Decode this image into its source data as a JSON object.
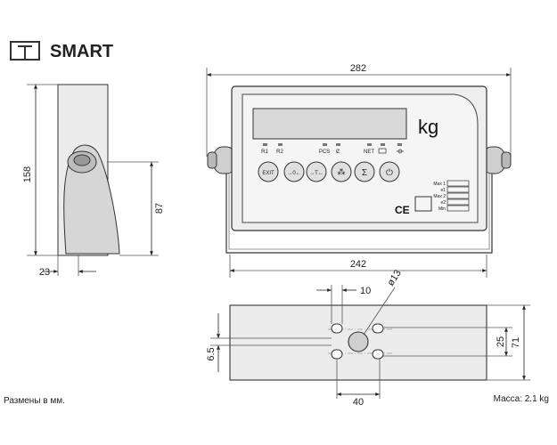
{
  "header": {
    "title": "SMART",
    "logo_icon": "scale-logo-icon"
  },
  "side_view": {
    "height_label": "158",
    "inner_height_label": "87",
    "width_label": "23"
  },
  "front_view": {
    "width_label": "282",
    "bottom_width_label": "242",
    "unit_label": "kg",
    "indicators": [
      "R1",
      "R2",
      "PCS",
      "NET"
    ],
    "buttons": [
      "print-exit-icon",
      "zero-icon",
      "tare-icon",
      "pcs-icon",
      "sum-icon",
      "on-off-icon"
    ],
    "button_texts": [
      "EXIT",
      "→0←",
      "→T←",
      "⁂",
      "Σ",
      "⏻"
    ],
    "limit_labels": [
      "Max 1",
      "e1",
      "Max 2",
      "e2",
      "Min"
    ],
    "ce_mark": "CE"
  },
  "plate_view": {
    "hole_spacing_top": "10",
    "hole_diameter": "ø13",
    "hole_spacing_bottom": "40",
    "left_offset": "6.5",
    "right_inner": "25",
    "right_outer": "71"
  },
  "footer": {
    "units_note": "Размены в мм.",
    "weight_note": "Масса: 2.1 kg"
  }
}
